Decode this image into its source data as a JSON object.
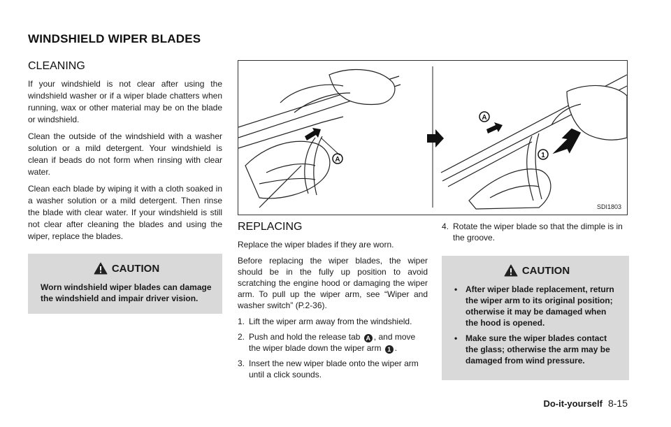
{
  "page": {
    "title": "WINDSHIELD WIPER BLADES"
  },
  "cleaning": {
    "heading": "CLEANING",
    "paragraphs": [
      "If your windshield is not clear after using the windshield washer or if a wiper blade chatters when running, wax or other material may be on the blade or windshield.",
      "Clean the outside of the windshield with a washer solution or a mild detergent. Your windshield is clean if beads do not form when rinsing with clear water.",
      "Clean each blade by wiping it with a cloth soaked in a washer solution or a mild detergent. Then rinse the blade with clear water. If your windshield is still not clear after cleaning the blades and using the wiper, replace the blades."
    ],
    "caution": {
      "title": "CAUTION",
      "text": "Worn windshield wiper blades can damage the windshield and impair driver vision."
    }
  },
  "figure": {
    "code": "SDI1803",
    "label_a": "A",
    "label_1": "1"
  },
  "replacing": {
    "heading": "REPLACING",
    "paragraphs": [
      "Replace the wiper blades if they are worn.",
      "Before replacing the wiper blades, the wiper should be in the fully up position to avoid scratching the engine hood or damaging the wiper arm. To pull up the wiper arm, see “Wiper and washer switch” (P.2-36)."
    ],
    "steps": [
      {
        "num": "1.",
        "text": "Lift the wiper arm away from the windshield."
      },
      {
        "num": "2.",
        "text_a": "Push and hold the release tab",
        "badge_a": "A",
        "text_b": ", and move the wiper blade down the wiper arm",
        "badge_b": "1",
        "text_c": "."
      },
      {
        "num": "3.",
        "text": "Insert the new wiper blade onto the wiper arm until a click sounds."
      },
      {
        "num": "4.",
        "text": "Rotate the wiper blade so that the dimple is in the groove."
      }
    ]
  },
  "caution2": {
    "title": "CAUTION",
    "bullet": "•",
    "items": [
      "After wiper blade replacement, return the wiper arm to its original position; otherwise it may be damaged when the hood is opened.",
      "Make sure the wiper blades contact the glass; otherwise the arm may be damaged from wind pressure."
    ]
  },
  "footer": {
    "section": "Do-it-yourself",
    "page": "8-15"
  },
  "colors": {
    "caution_bg": "#d9d9d9",
    "text": "#1a1a1a"
  }
}
